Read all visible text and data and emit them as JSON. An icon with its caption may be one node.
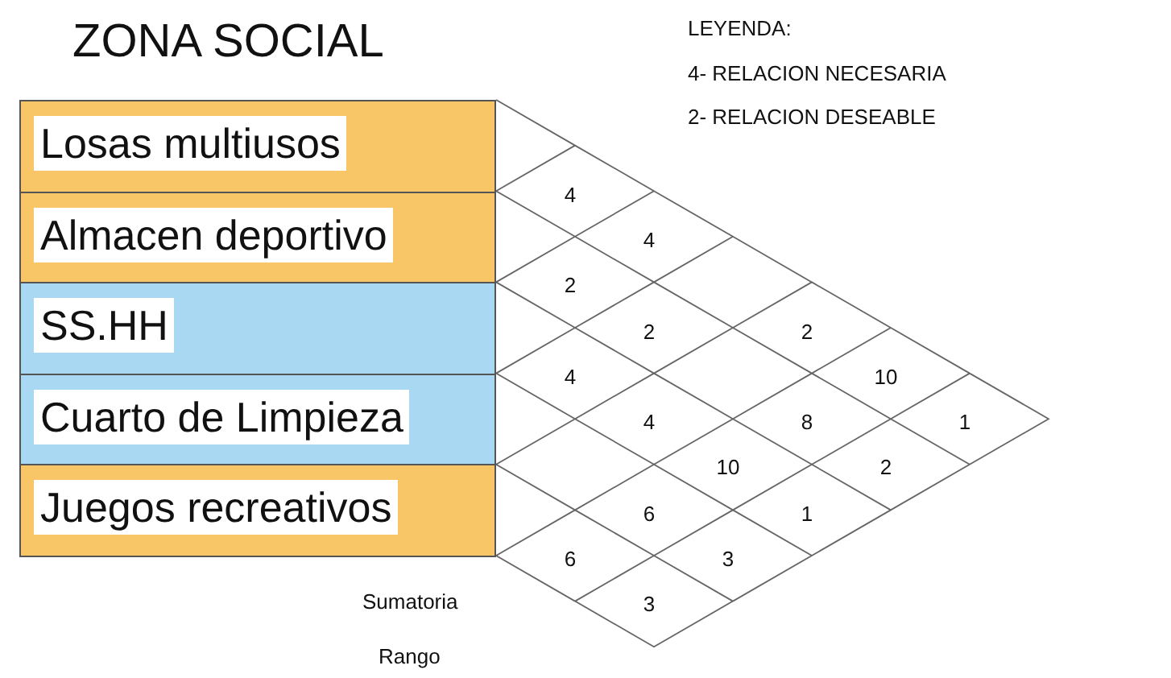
{
  "diagram": {
    "title": "ZONA SOCIAL",
    "nodes": [
      {
        "text": [
          "Losas multiusos"
        ]
      },
      {
        "text": [
          "Almacen deportivo"
        ]
      },
      {
        "text": [
          "SS.HH"
        ]
      },
      {
        "text": [
          "Cuarto de Limpieza"
        ]
      },
      {
        "text": [
          "Juegos recreativos"
        ]
      }
    ],
    "edges": [],
    "labels": [
      "LEYENDA:",
      "4- RELACION NECESARIA",
      "2- RELACION DESEABLE",
      "4",
      "4",
      "2",
      "2",
      "2",
      "4",
      "10",
      "4",
      "8",
      "1",
      "10",
      "2",
      "6",
      "1",
      "6",
      "3",
      "Sumatoria",
      "3",
      "Rango"
    ]
  }
}
